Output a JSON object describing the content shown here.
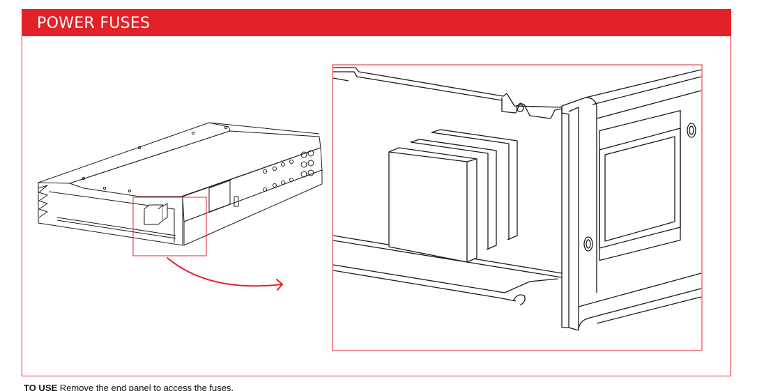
{
  "section": {
    "title": "POWER FUSES",
    "accent_color": "#e32128"
  },
  "figure": {
    "overview": "amplifier-chassis-overview",
    "detail": "power-fuses-closeup",
    "callout": "curved-arrow"
  },
  "footer": {
    "lead": "TO USE",
    "text": "Remove the end panel to access the fuses."
  }
}
